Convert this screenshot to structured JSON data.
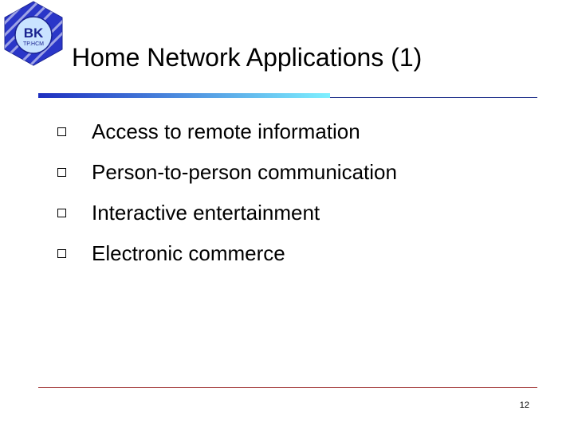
{
  "logo": {
    "line1": "BK",
    "line2": "TP.HCM"
  },
  "slide": {
    "title": "Home Network Applications (1)",
    "bullets": [
      "Access to remote information",
      "Person-to-person communication",
      "Interactive entertainment",
      "Electronic commerce"
    ],
    "page_number": "12"
  },
  "colors": {
    "logo_blue": "#2a36c8",
    "logo_light_blue": "#c9e3ff",
    "title_rule_start": "#1e2fc0",
    "title_rule_end": "#7ef0ff",
    "footer_rule": "#a33a3a"
  }
}
